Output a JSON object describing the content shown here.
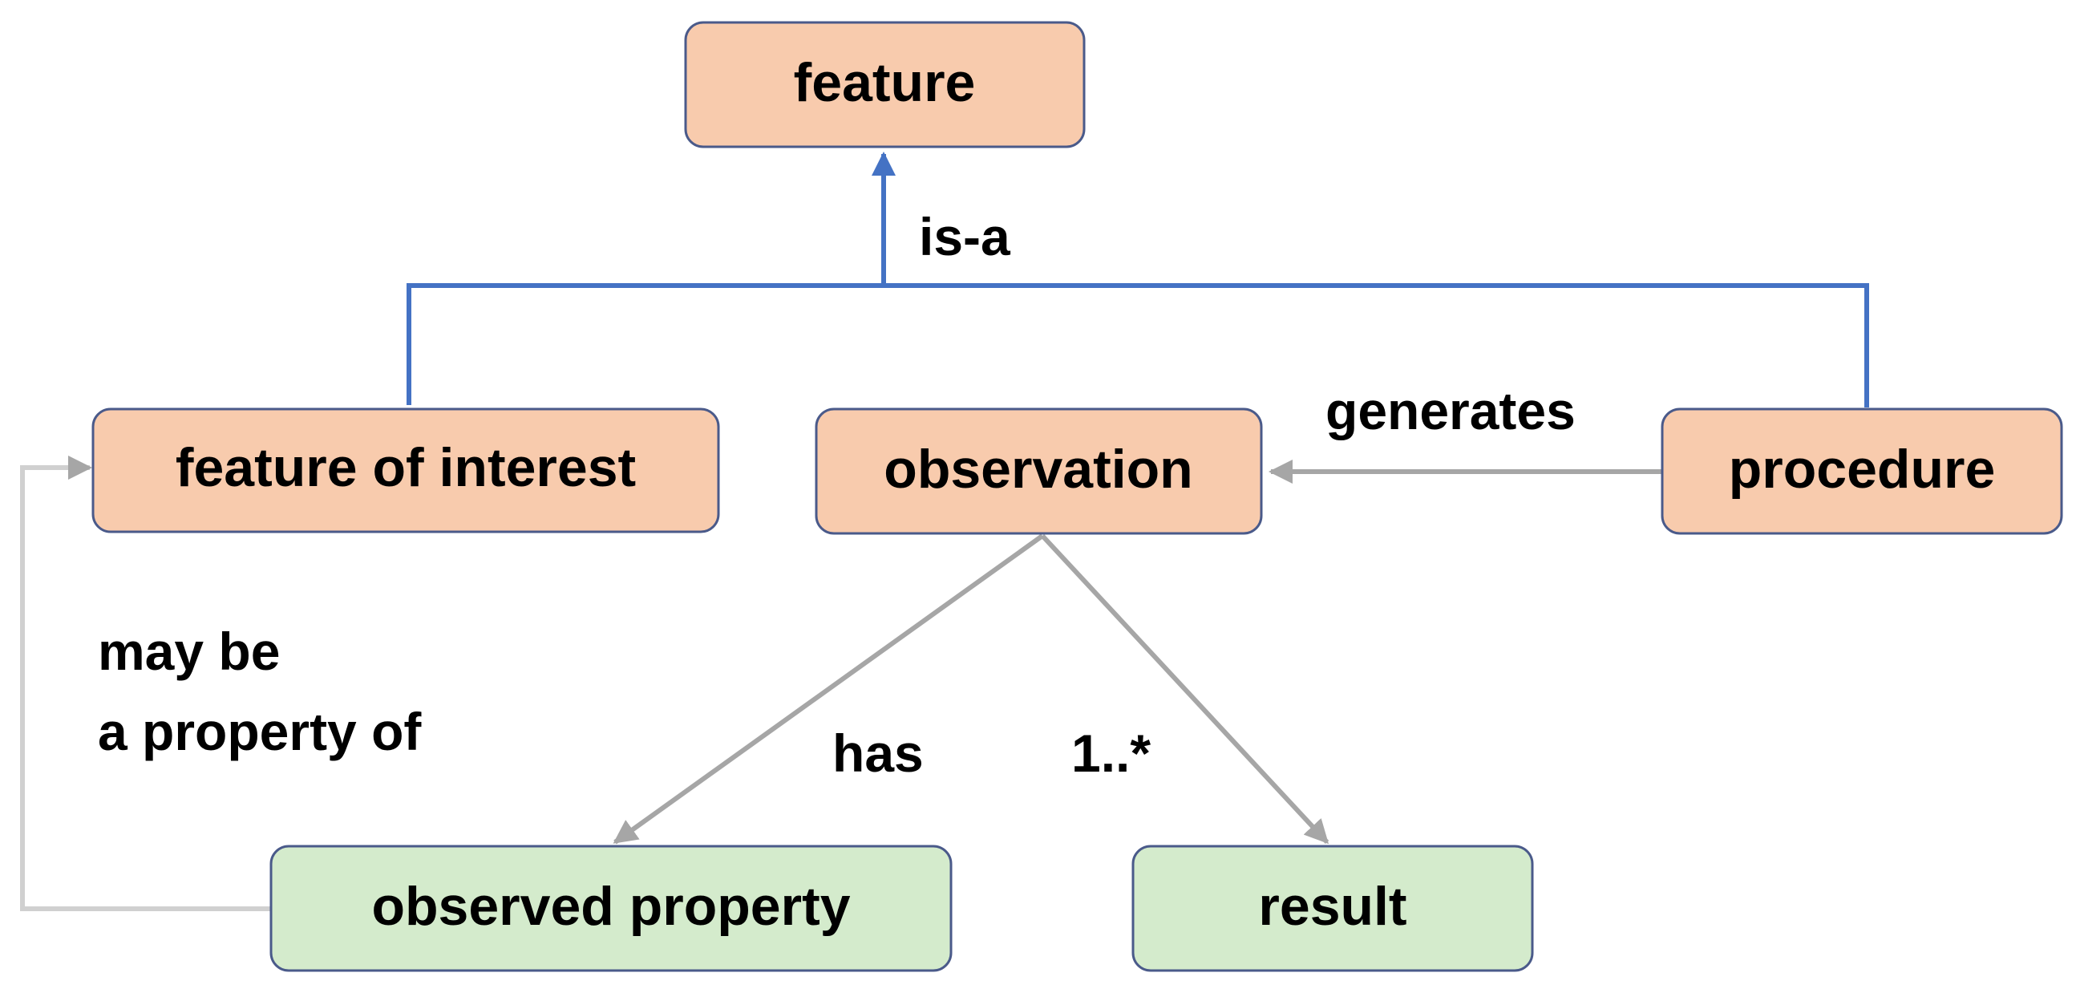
{
  "colors": {
    "feature_fill": "#f8cbad",
    "data_fill": "#d4ebcc",
    "node_border": "#4a5a8a",
    "isa_line": "#4472c4",
    "relation_line": "#a6a6a6"
  },
  "nodes": {
    "feature": "feature",
    "feature_of_interest": "feature of interest",
    "observation": "observation",
    "procedure": "procedure",
    "observed_property": "observed property",
    "result": "result"
  },
  "edges": {
    "is_a": "is-a",
    "generates": "generates",
    "has": "has",
    "multiplicity": "1..*",
    "may_be_line1": "may be",
    "may_be_line2": "a property of"
  }
}
